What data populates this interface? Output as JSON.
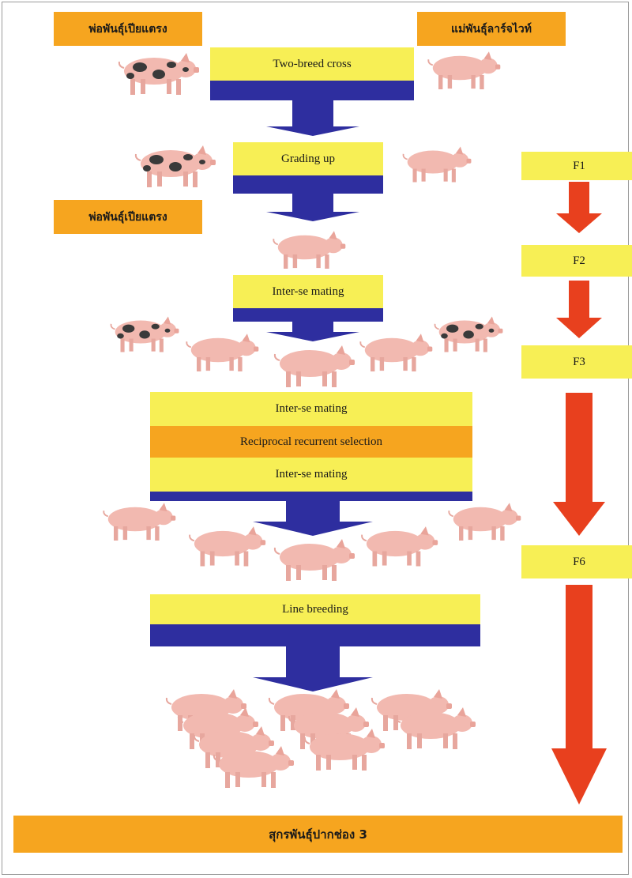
{
  "labels": {
    "sire_top": "พ่อพันธุ์เปียแตรง",
    "dam_top": "แม่พันธุ์ลาร์จไวท์",
    "sire_second": "พ่อพันธุ์เปียแตรง",
    "final": "สุกรพันธุ์ปากช่อง 3"
  },
  "steps": {
    "two_breed_cross": "Two-breed cross",
    "grading_up": "Grading up",
    "inter_se_1": "Inter-se mating",
    "inter_se_2": "Inter-se mating",
    "reciprocal": "Reciprocal recurrent selection",
    "inter_se_3": "Inter-se mating",
    "line_breeding": "Line breeding"
  },
  "generations": [
    "F1",
    "F2",
    "F3",
    "F6"
  ],
  "colors": {
    "orange": "#f6a51f",
    "yellow": "#f7ef55",
    "navy": "#2e2e9f",
    "red_arrow": "#e8401e",
    "pig_pink": "#f2b9b0",
    "pig_spot": "#3a3a3a"
  },
  "icons": {
    "pig": "pig-icon",
    "spotted_pig": "spotted-pig-icon",
    "down_arrow": "down-arrow-icon"
  }
}
